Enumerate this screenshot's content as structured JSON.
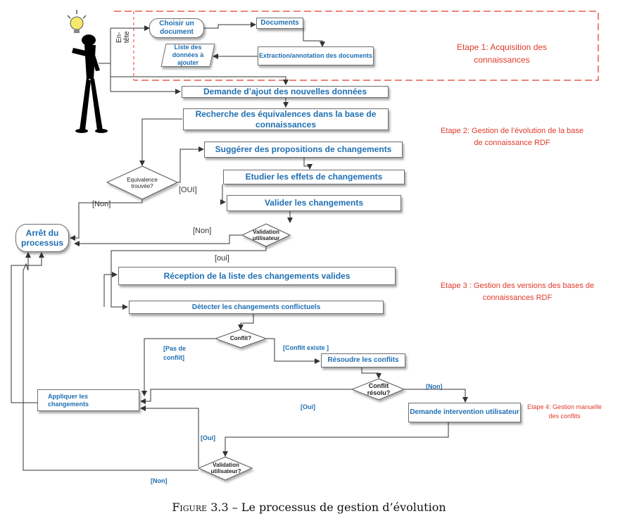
{
  "header_label": "En-tête",
  "nodes": {
    "choisir": "Choisir un document",
    "documents": "Documents",
    "extraction": "Extraction/annotation des documents",
    "liste": "Liste des données à ajouter",
    "demande_ajout": "Demande d’ajout des nouvelles données",
    "recherche": "Recherche  des équivalences dans la base de connaissances",
    "suggerer": "Suggérer des propositions de changements",
    "etudier": "Etudier les effets de changements",
    "valider": "Valider les changements",
    "arret": "Arrêt du processus",
    "reception": "Réception de la liste des changements valides",
    "detecter": "Détecter les changements conflictuels",
    "resoudre": "Résoudre les conflits",
    "appliquer": "Appliquer les changements",
    "demande_intervention": "Demande intervention utilisateur"
  },
  "decisions": {
    "equivalence": "Equivalence trouvée?",
    "validation1": "Validation utilisateur",
    "conflit": "Conflit?",
    "conflit_resolu": "Conflit résolu?",
    "validation2": "Validation utilisateur?"
  },
  "steps": {
    "etape1": "Etape 1: Acquisition des connaissances",
    "etape2": "Etape 2: Gestion de l’évolution de la base de connaissance RDF",
    "etape3": "Etape 3 : Gestion des versions des bases de connaissances RDF",
    "etape4": "Etape 4: Gestion manuelle des conflits"
  },
  "edge_labels": {
    "non1": "[Non]",
    "oui1": "[OUI]",
    "non2": "[Non]",
    "oui2": "[oui]",
    "pas_de_conflit": "[Pas de conflit]",
    "conflit_existe": "[Conflit existe ]",
    "non3": "[Non]",
    "oui3": "[Oui]",
    "oui4": "[Oui]",
    "non4": "[Non]"
  },
  "caption": {
    "figure": "Figure 3.3",
    "text": " – Le processus de gestion d’évolution"
  },
  "colors": {
    "box_text": "#1f6fb2",
    "step_text": "#e03a2a",
    "header_border": "#e03a2a",
    "lines": "#333333"
  }
}
